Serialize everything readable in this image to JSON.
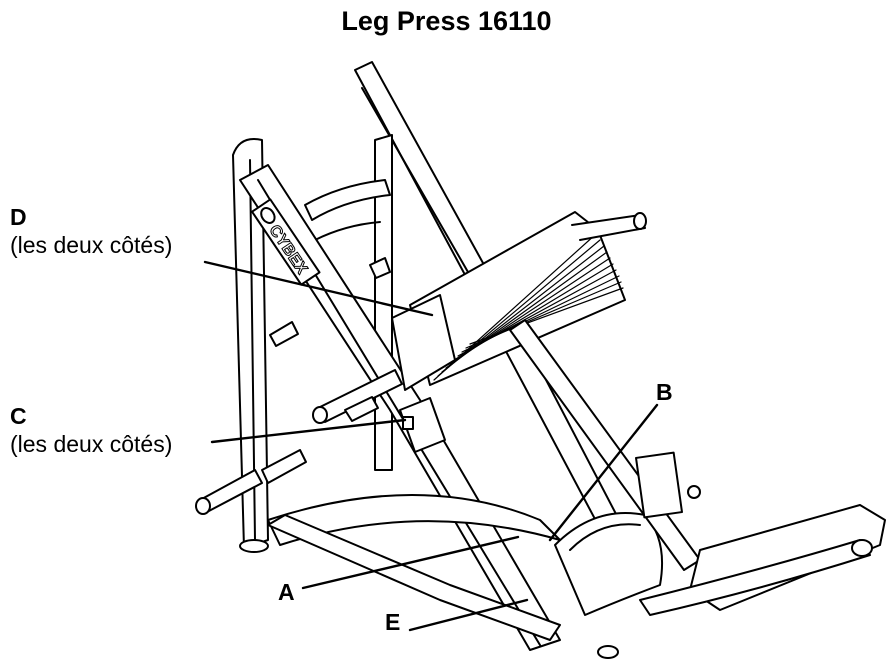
{
  "title": "Leg Press 16110",
  "brand": "CYBEX",
  "callouts": {
    "A": {
      "letter": "A",
      "note": ""
    },
    "B": {
      "letter": "B",
      "note": ""
    },
    "C": {
      "letter": "C",
      "note": "(les deux côtés)"
    },
    "D": {
      "letter": "D",
      "note": "(les deux côtés)"
    },
    "E": {
      "letter": "E",
      "note": ""
    }
  }
}
